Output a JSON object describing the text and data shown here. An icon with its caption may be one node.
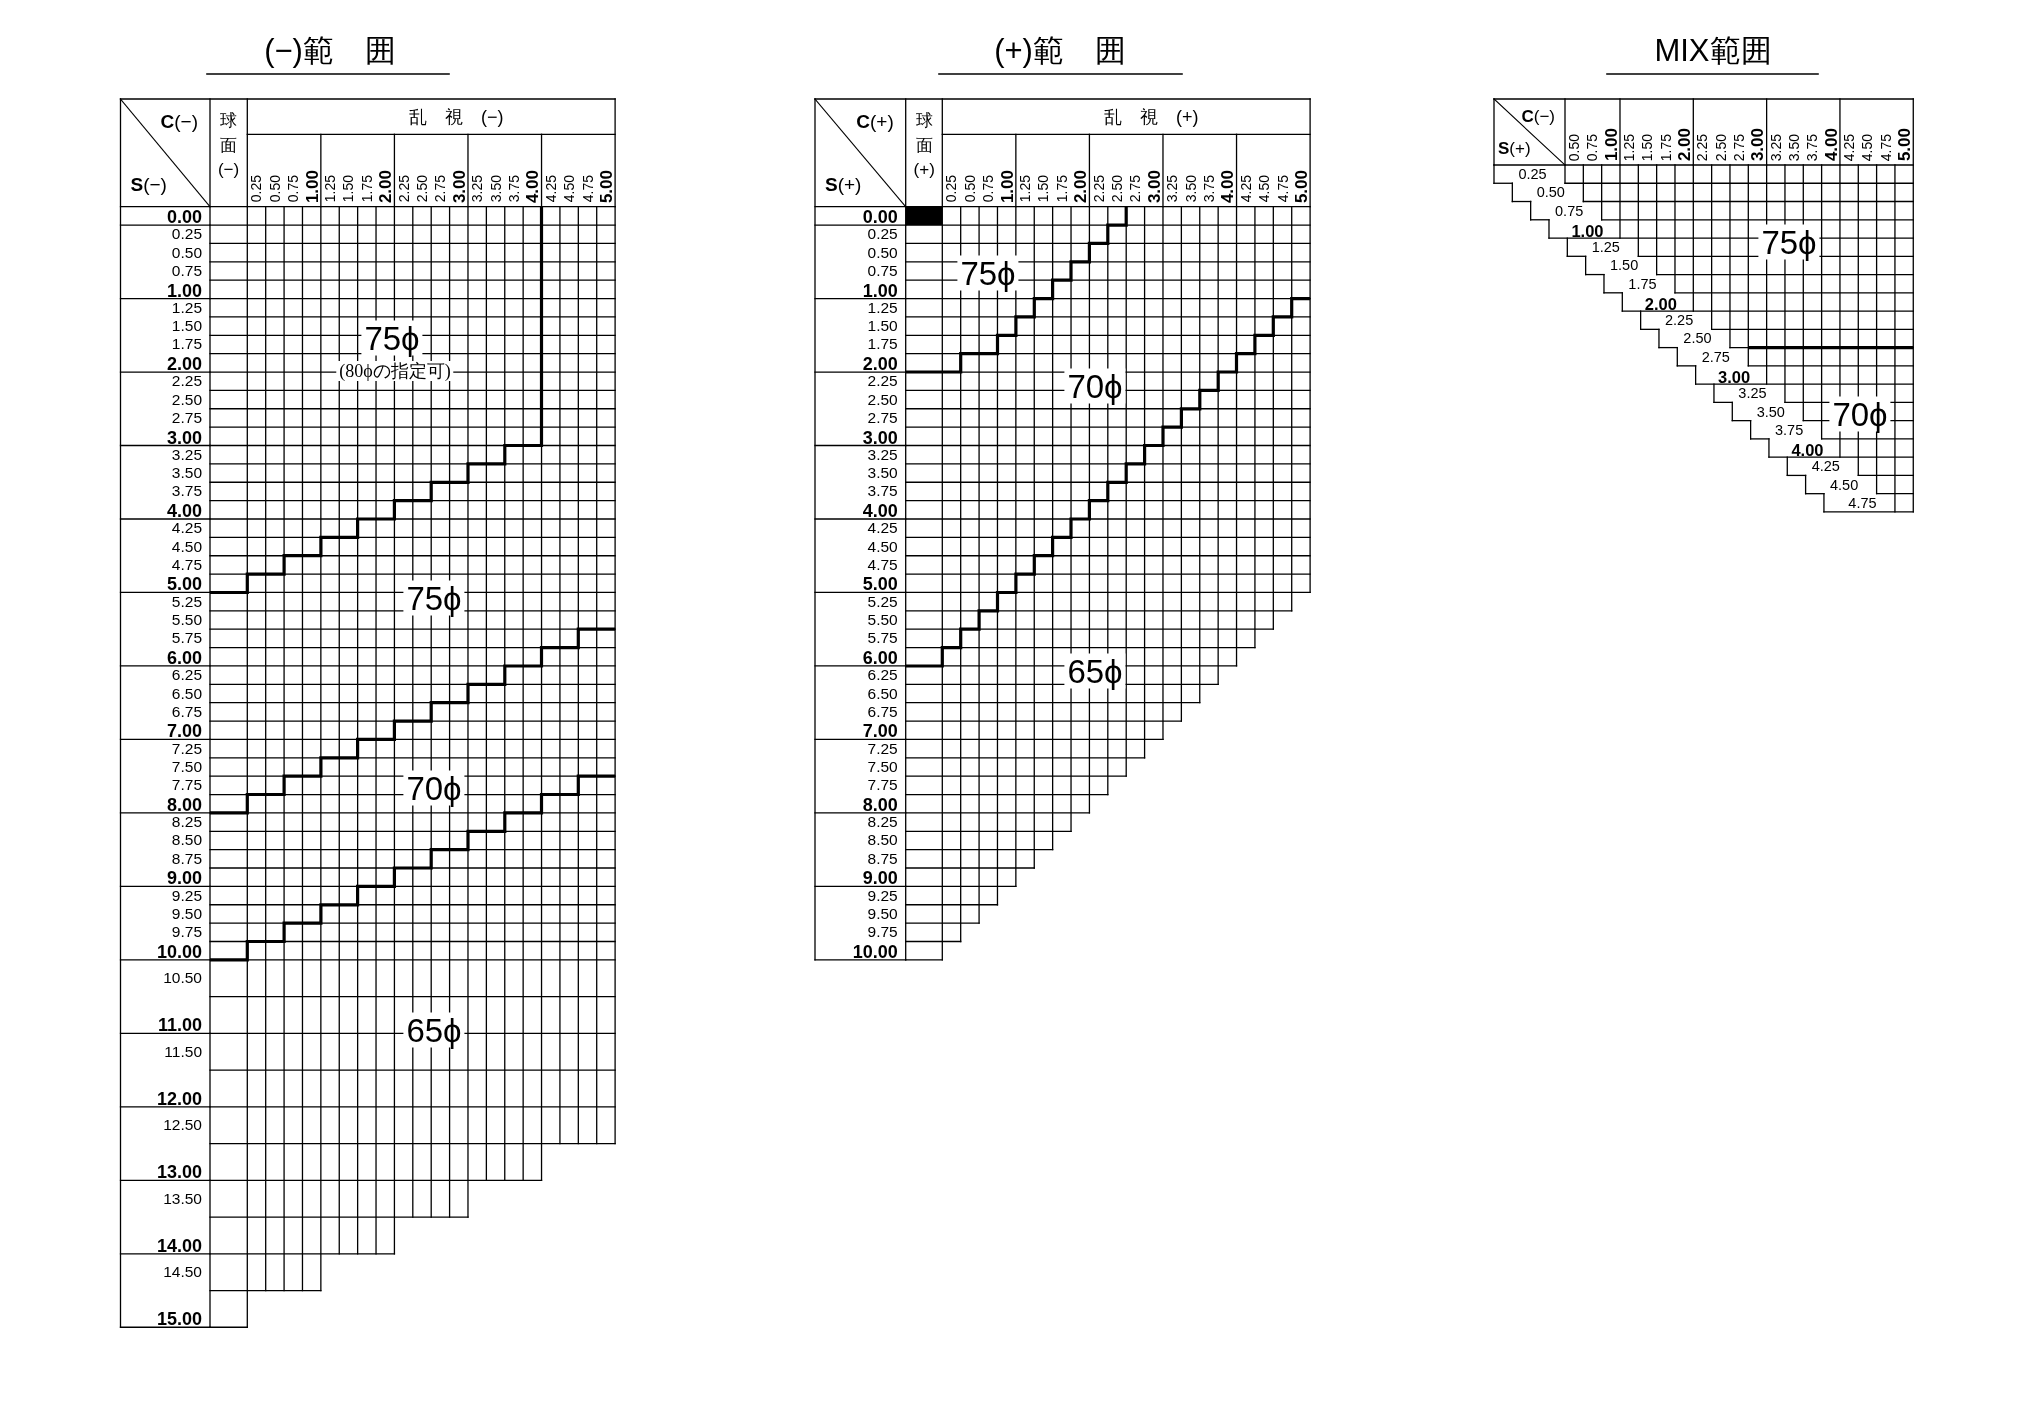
{
  "diagram": {
    "labels": [
      "(−)範　囲",
      "**C**(−)",
      "**S**(−)",
      "球面(−)",
      "乱　視　(−)",
      "0.25",
      "0.50",
      "0.75",
      "1.00",
      "1.25",
      "1.50",
      "1.75",
      "2.00",
      "2.25",
      "2.50",
      "2.75",
      "3.00",
      "3.25",
      "3.50",
      "3.75",
      "4.00",
      "4.25",
      "4.50",
      "4.75",
      "5.00",
      "0.00",
      "0.25",
      "0.50",
      "0.75",
      "1.00",
      "1.25",
      "1.50",
      "1.75",
      "2.00",
      "2.25",
      "2.50",
      "2.75",
      "3.00",
      "3.25",
      "3.50",
      "3.75",
      "4.00",
      "4.25",
      "4.50",
      "4.75",
      "5.00",
      "5.25",
      "5.50",
      "5.75",
      "6.00",
      "6.25",
      "6.50",
      "6.75",
      "7.00",
      "7.25",
      "7.50",
      "7.75",
      "8.00",
      "8.25",
      "8.50",
      "8.75",
      "9.00",
      "9.25",
      "9.50",
      "9.75",
      "10.00",
      "10.50",
      "11.00",
      "11.50",
      "12.00",
      "12.50",
      "13.00",
      "13.50",
      "14.00",
      "14.50",
      "15.00",
      "75ϕ",
      "(80ϕの指定可)",
      "75ϕ",
      "70ϕ",
      "65ϕ",
      "(+)範　囲",
      "**C**(+)",
      "**S**(+)",
      "球面(+)",
      "乱　視　(+)",
      "0.25",
      "0.50",
      "0.75",
      "1.00",
      "1.25",
      "1.50",
      "1.75",
      "2.00",
      "2.25",
      "2.50",
      "2.75",
      "3.00",
      "3.25",
      "3.50",
      "3.75",
      "4.00",
      "4.25",
      "4.50",
      "4.75",
      "5.00",
      "0.00",
      "0.25",
      "0.50",
      "0.75",
      "1.00",
      "1.25",
      "1.50",
      "1.75",
      "2.00",
      "2.25",
      "2.50",
      "2.75",
      "3.00",
      "3.25",
      "3.50",
      "3.75",
      "4.00",
      "4.25",
      "4.50",
      "4.75",
      "5.00",
      "5.25",
      "5.50",
      "5.75",
      "6.00",
      "6.25",
      "6.50",
      "6.75",
      "7.00",
      "7.25",
      "7.50",
      "7.75",
      "8.00",
      "8.25",
      "8.50",
      "8.75",
      "9.00",
      "9.25",
      "9.50",
      "9.75",
      "10.00",
      "75ϕ",
      "70ϕ",
      "65ϕ",
      "MIX範囲",
      "**C**(−)",
      "**S**(+)",
      "0.50",
      "0.75",
      "1.00",
      "1.25",
      "1.50",
      "1.75",
      "2.00",
      "2.25",
      "2.50",
      "2.75",
      "3.00",
      "3.25",
      "3.50",
      "3.75",
      "4.00",
      "4.25",
      "4.50",
      "4.75",
      "5.00",
      "0.25",
      "0.50",
      "0.75",
      "1.00",
      "1.25",
      "1.50",
      "1.75",
      "2.00",
      "2.25",
      "2.50",
      "2.75",
      "3.00",
      "3.25",
      "3.50",
      "3.75",
      "4.00",
      "4.25",
      "4.50",
      "4.75",
      "75ϕ",
      "70ϕ"
    ]
  }
}
